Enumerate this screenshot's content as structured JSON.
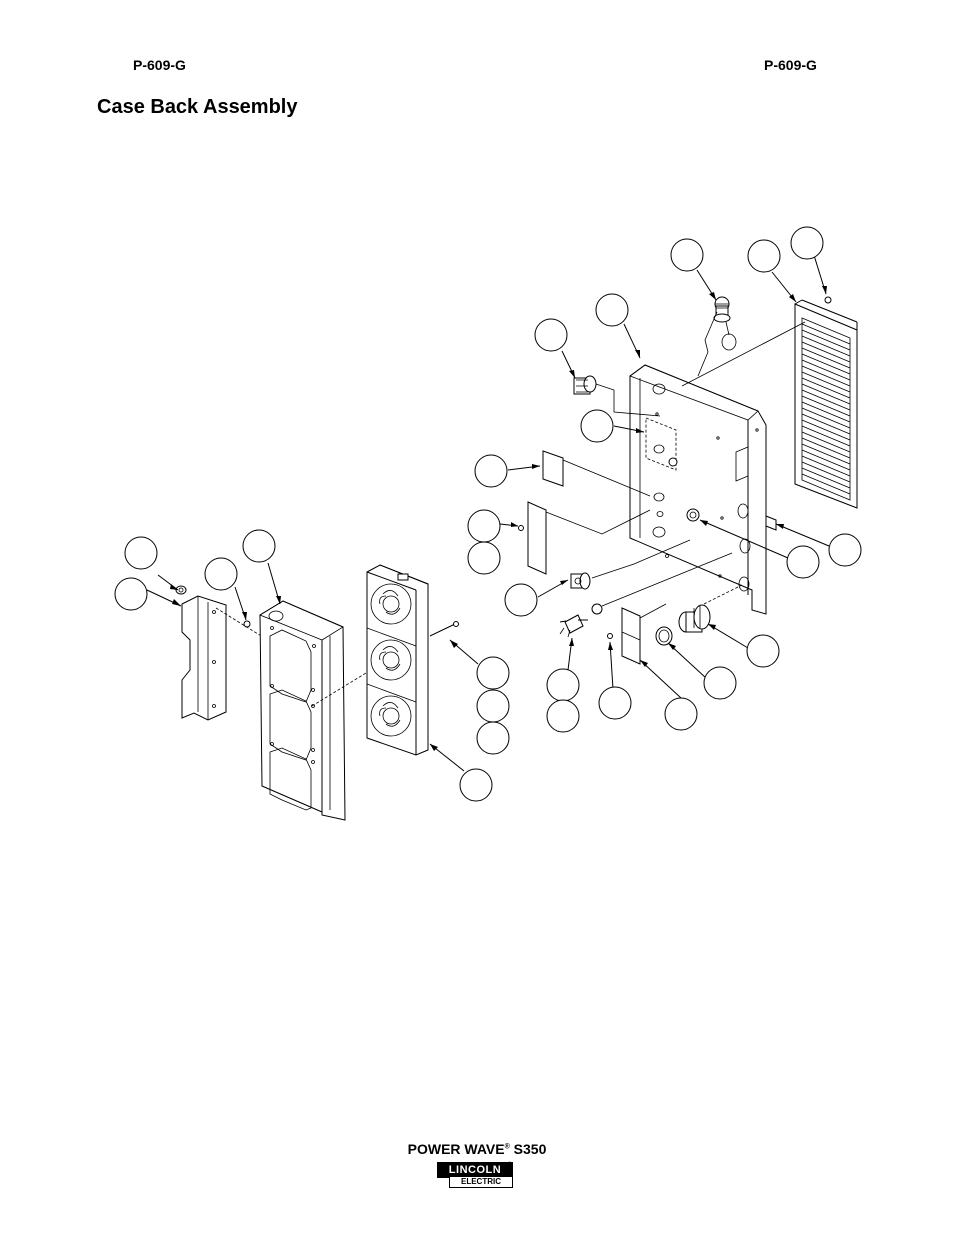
{
  "header": {
    "code_left": "P-609-G",
    "code_right": "P-609-G",
    "title": "Case Back Assembly"
  },
  "footer": {
    "model_name": "POWER WAVE",
    "model_suffix": "S350",
    "reg_mark": "®",
    "logo_top": "LINCOLN",
    "logo_bottom": "ELECTRIC",
    "logo_reg": "®"
  }
}
